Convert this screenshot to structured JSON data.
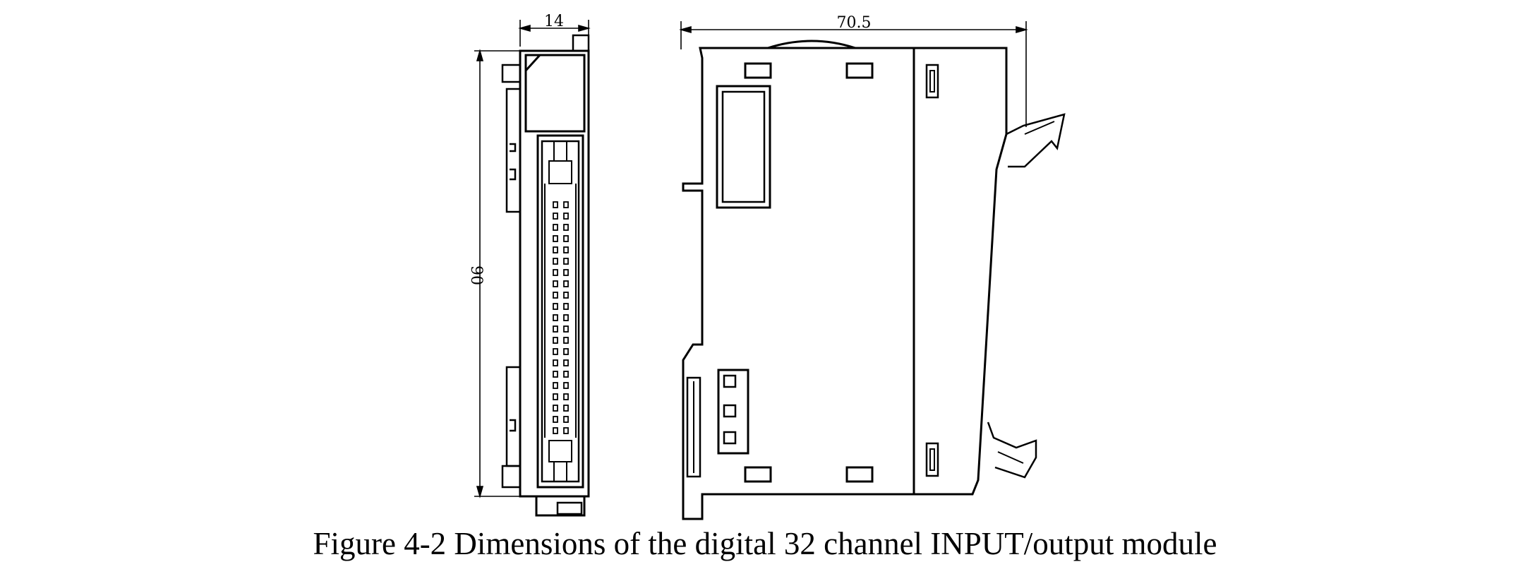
{
  "figure": {
    "caption": "Figure 4-2 Dimensions of the digital 32 channel INPUT/output module",
    "dimensions": {
      "side_width": "14",
      "front_width": "70.5",
      "height": "90"
    }
  }
}
